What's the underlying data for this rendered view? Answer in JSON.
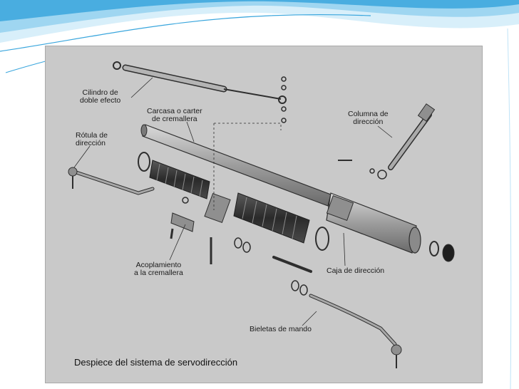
{
  "theme": {
    "wave_color_dark": "#3aa6dd",
    "wave_color_light": "#bfe3f7",
    "panel_color": "#c9c9c9",
    "part_fill": "#9a9a9a",
    "part_stroke": "#2e2e2e"
  },
  "labels": {
    "cilindro": {
      "line1": "Cilindro de",
      "line2": "doble efecto"
    },
    "carcasa": {
      "line1": "Carcasa o carter",
      "line2": "de cremallera"
    },
    "columna": {
      "line1": "Columna de",
      "line2": "dirección"
    },
    "rotula": {
      "line1": "Rótula de",
      "line2": "dirección"
    },
    "acoplamiento": {
      "line1": "Acoplamiento",
      "line2": "a la cremallera"
    },
    "caja": "Caja de dirección",
    "bieletas": "Bieletas de mando"
  },
  "caption": "Despiece del sistema de servodirección"
}
